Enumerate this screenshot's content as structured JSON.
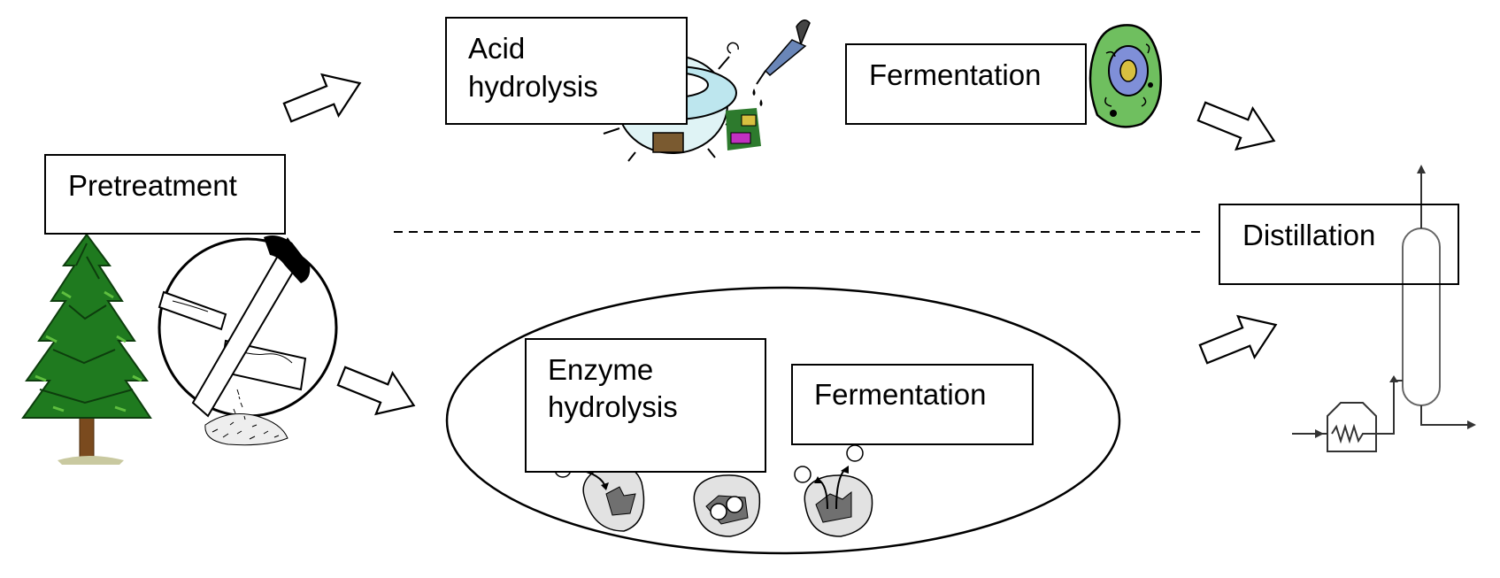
{
  "diagram": {
    "steps": {
      "pretreatment": "Pretreatment",
      "acid_hydrolysis": {
        "line1": "Acid",
        "line2": "hydrolysis"
      },
      "fermentation_top": "Fermentation",
      "enzyme_hydrolysis": {
        "line1": "Enzyme",
        "line2": "hydrolysis"
      },
      "fermentation_bottom": "Fermentation",
      "distillation": "Distillation"
    },
    "icons": [
      "tree-icon",
      "saw-wood-icon",
      "pressure-cooker-icon",
      "dropper-icon",
      "yeast-cell-icon",
      "enzyme-icon",
      "distillation-column-icon"
    ]
  }
}
